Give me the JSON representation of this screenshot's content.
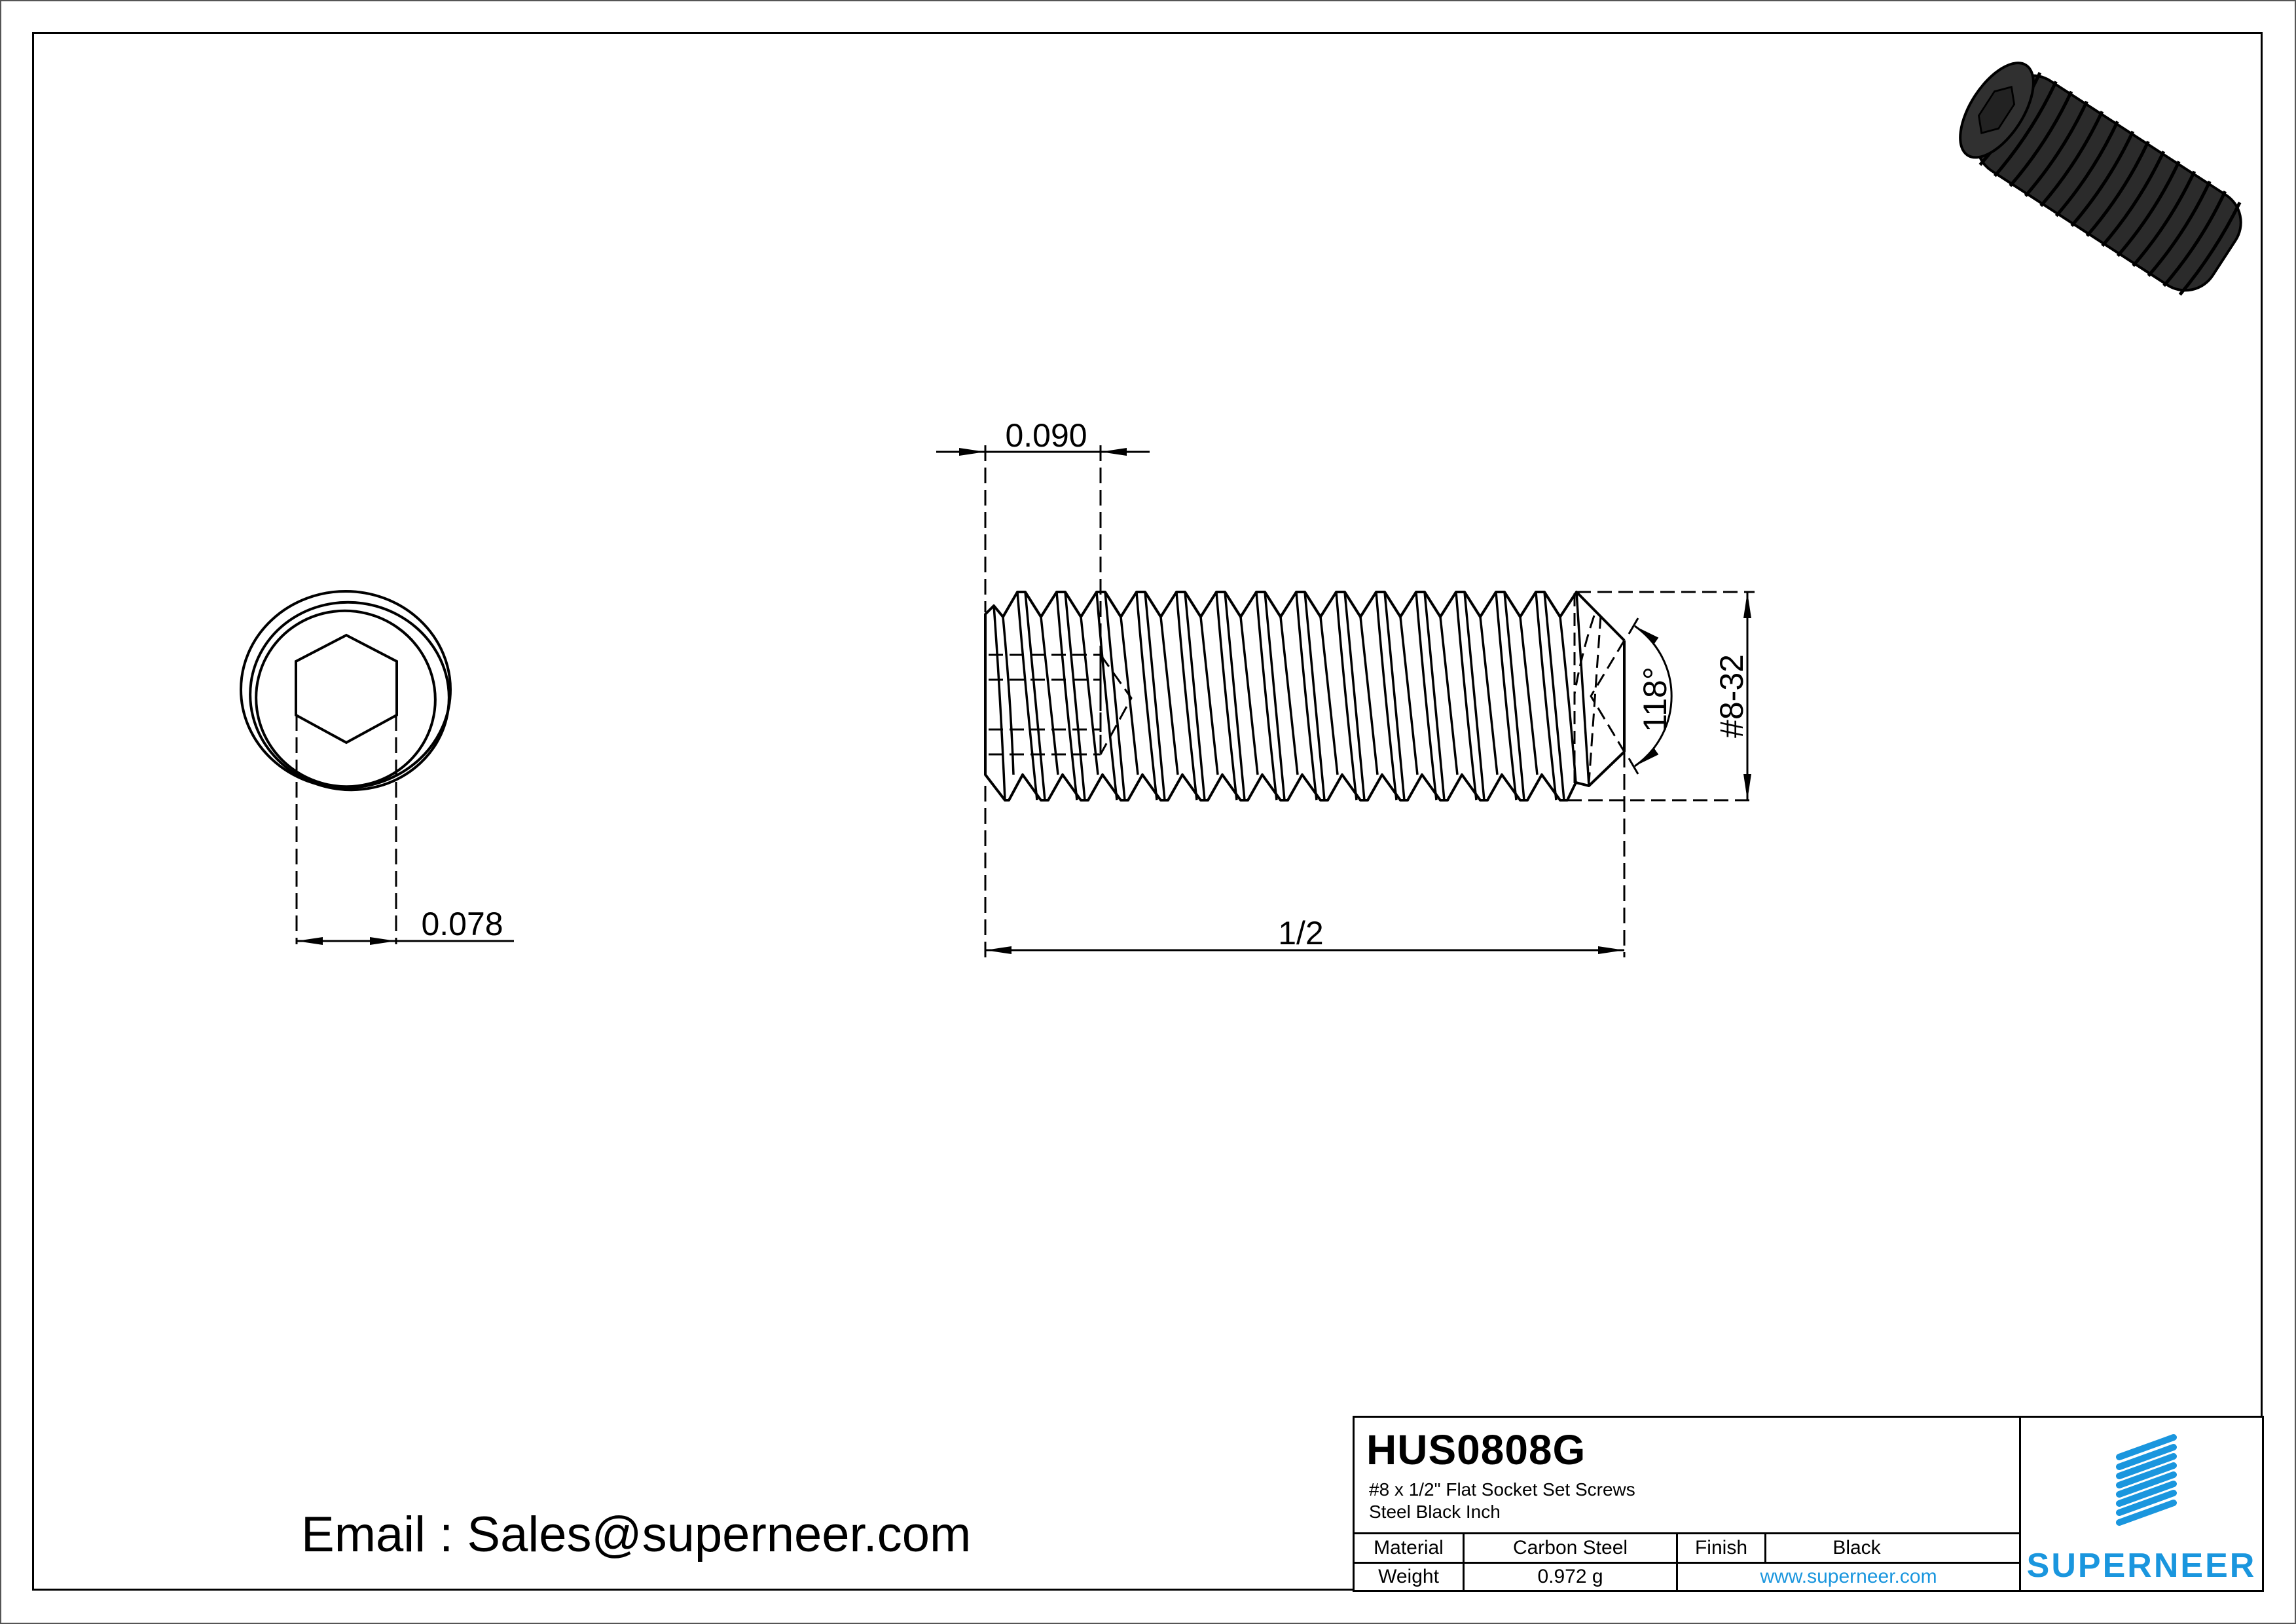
{
  "drawing": {
    "part_number": "HUS0808G",
    "description_line1": "#8 x 1/2\" Flat Socket Set Screws",
    "description_line2": "Steel Black Inch",
    "email_text": "Email : Sales@superneer.com"
  },
  "title_block": {
    "material_label": "Material",
    "material_value": "Carbon Steel",
    "finish_label": "Finish",
    "finish_value": "Black",
    "weight_label": "Weight",
    "weight_value": "0.972 g",
    "website": "www.superneer.com",
    "brand_name": "SUPERNEER",
    "brand_color": "#1a96de"
  },
  "dimensions": {
    "socket_depth": "0.090",
    "hex_size": "0.078",
    "length": "1/2",
    "thread": "#8-32",
    "cone_angle": "118°"
  },
  "views": {
    "end_view": "socket-end-view",
    "side_view": "thread-side-view",
    "iso_view": "isometric-render"
  },
  "colors": {
    "line": "#000000",
    "render_body": "#2b2b2b",
    "render_edge": "#000000"
  }
}
